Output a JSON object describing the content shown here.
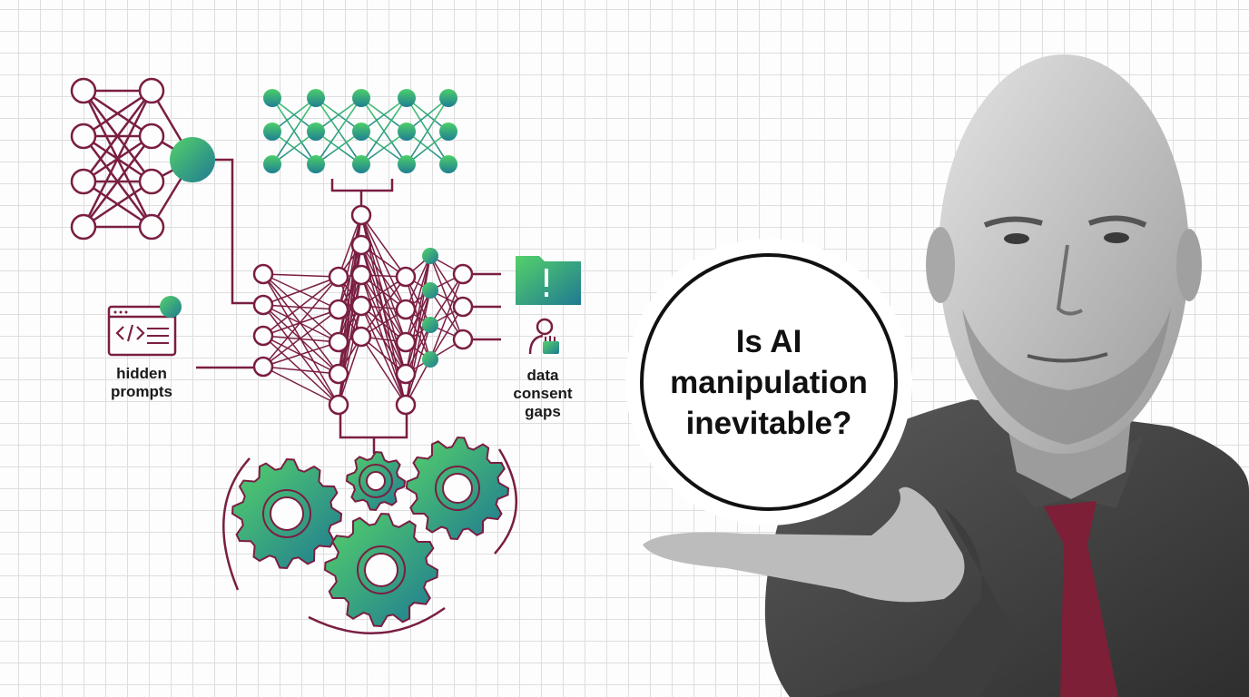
{
  "labels": {
    "hidden_prompts": "hidden\nprompts",
    "data_consent_gaps": "data\nconsent\ngaps"
  },
  "speech_bubble": {
    "question": "Is AI\nmanipulation\ninevitable?"
  },
  "icons": {
    "code_window": "code-window-icon",
    "folder_alert": "folder-alert-icon",
    "person_data": "person-data-icon",
    "gears": "gears-icon"
  },
  "colors": {
    "maroon": "#7a1e42",
    "green": "#3ec46a",
    "teal": "#1f7e90",
    "tie": "#7c1f37"
  }
}
